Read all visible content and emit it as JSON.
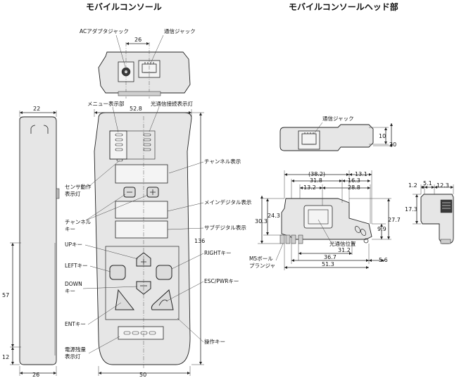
{
  "titles": {
    "console": "モバイルコンソール",
    "head": "モバイルコンソールヘッド部"
  },
  "console_labels": {
    "ac_adapter_jack": "ACアダプタジャック",
    "comm_jack": "通信ジャック",
    "menu_display": "メニュー表示部",
    "optical_link_lamp": "光通信接続表示灯",
    "channel_display": "チャンネル表示",
    "sensor_lamp_1": "センサ動作",
    "sensor_lamp_2": "表示灯",
    "channel_key_1": "チャンネル",
    "channel_key_2": "キー",
    "main_digital": "メインデジタル表示",
    "sub_digital": "サブデジタル表示",
    "up_key": "UPキー",
    "right_key": "RIGHTキー",
    "left_key": "LEFTキー",
    "down_key_1": "DOWN",
    "down_key_2": "キー",
    "esc_pwr_key": "ESC/PWRキー",
    "ent_key": "ENTキー",
    "operation_keys": "操作キー",
    "power_lamp_1": "電源残量",
    "power_lamp_2": "表示灯"
  },
  "console_dims": {
    "jack_pitch": "26",
    "side_width": "22",
    "body_width": "52.8",
    "body_height": "136",
    "side_height": "57",
    "side_bottom": "12",
    "side_base": "26",
    "front_base": "50"
  },
  "head_labels": {
    "comm_jack": "通信ジャック",
    "optical_position": "光通信位置",
    "m5_ball_1": "M5ボール",
    "m5_ball_2": "プランジャ"
  },
  "head_dims": {
    "d10": "10",
    "d20": "20",
    "d38_2": "(38.2)",
    "d13_1": "13.1",
    "d31_8": "31.8",
    "d16_3": "16.3",
    "d13_2": "13.2",
    "d28_8": "28.8",
    "d24_3": "24.3",
    "d30_3": "30.3",
    "d27_7": "27.7",
    "d9_9": "9.9",
    "d31_2": "31.2",
    "d36_7": "36.7",
    "d5_6": "5.6",
    "d51_3": "51.3",
    "d1_2": "1.2",
    "d5_1": "5.1",
    "d12_3": "12.3",
    "d17_3": "17.3"
  }
}
